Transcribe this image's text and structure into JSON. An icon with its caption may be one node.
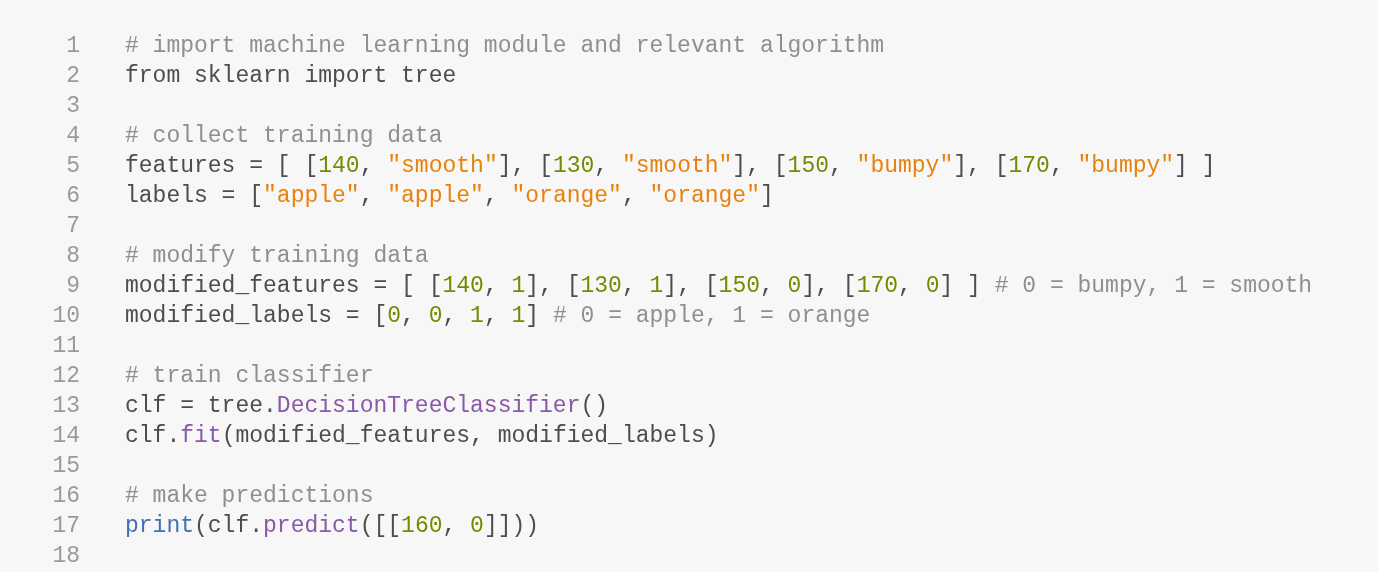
{
  "diagram": {
    "labels": [
      "1",
      "# import machine learning module and relevant algorithm",
      "2",
      "from sklearn import tree",
      "3",
      "4",
      "# collect training data",
      "5",
      "features = [ [140, \"smooth\"], [130, \"smooth\"], [150, \"bumpy\"], [170, \"bumpy\"] ]",
      "6",
      "labels = [\"apple\", \"apple\", \"orange\", \"orange\"]",
      "7",
      "8",
      "# modify training data",
      "9",
      "modified_features = [ [140, 1], [130, 1], [150, 0], [170, 0] ] # 0 = bumpy, 1 = smooth",
      "10",
      "modified_labels = [0, 0, 1, 1] # 0 = apple, 1 = orange",
      "11",
      "12",
      "# train classifier",
      "13",
      "clf = tree.DecisionTreeClassifier()",
      "14",
      "clf.fit(modified_features, modified_labels)",
      "15",
      "16",
      "# make predictions",
      "17",
      "print(clf.predict([[160, 0]]))",
      "18"
    ]
  }
}
